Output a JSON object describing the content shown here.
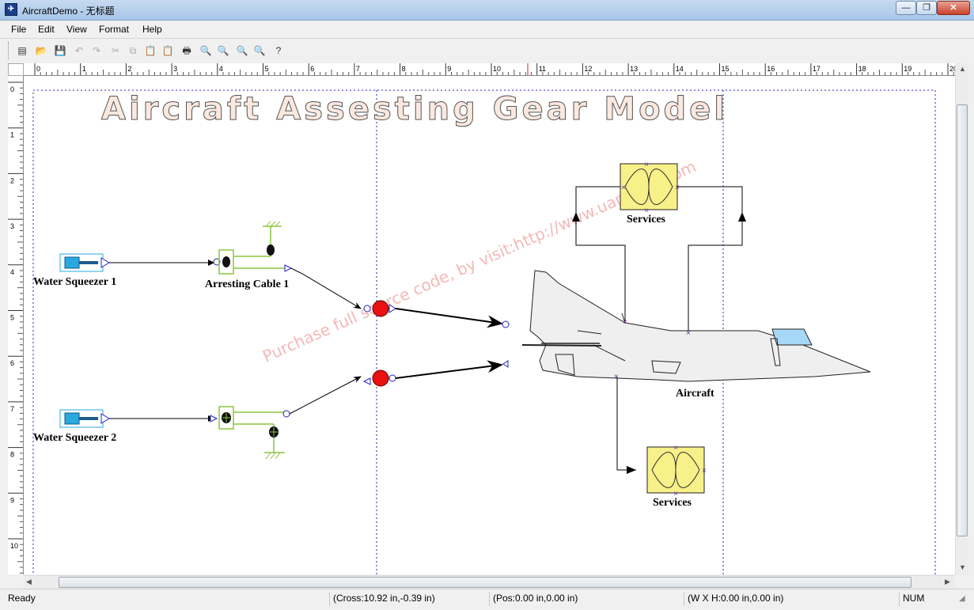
{
  "window": {
    "title": "AircraftDemo - 无标题",
    "icon": "app-icon",
    "controls": {
      "minimize": "0",
      "maximize": "1",
      "close": "r"
    }
  },
  "menu": {
    "items": [
      {
        "label": "File",
        "underline": "F"
      },
      {
        "label": "Edit",
        "underline": "E"
      },
      {
        "label": "View",
        "underline": "V"
      },
      {
        "label": "Format",
        "underline": ""
      },
      {
        "label": "Help",
        "underline": "H"
      }
    ]
  },
  "toolbar": {
    "buttons": [
      {
        "name": "new-file-icon",
        "glyph": "▤",
        "enabled": true
      },
      {
        "name": "open-folder-icon",
        "glyph": "📂",
        "enabled": true
      },
      {
        "name": "save-icon",
        "glyph": "💾",
        "enabled": true
      },
      {
        "name": "undo-icon",
        "glyph": "↶",
        "enabled": false
      },
      {
        "name": "redo-icon",
        "glyph": "↷",
        "enabled": false
      },
      {
        "name": "cut-icon",
        "glyph": "✂",
        "enabled": false
      },
      {
        "name": "copy-icon",
        "glyph": "⧉",
        "enabled": false
      },
      {
        "name": "paste-icon",
        "glyph": "📋",
        "enabled": true
      },
      {
        "name": "paste-special-icon",
        "glyph": "📋",
        "enabled": true
      },
      {
        "name": "print-icon",
        "glyph": "🖶",
        "enabled": true
      },
      {
        "name": "zoom-in-icon",
        "glyph": "🔍",
        "enabled": true
      },
      {
        "name": "zoom-out-icon",
        "glyph": "🔍",
        "enabled": true
      },
      {
        "name": "zoom-fit-icon",
        "glyph": "🔍",
        "enabled": true
      },
      {
        "name": "zoom-actual-icon",
        "glyph": "🔍",
        "enabled": true
      },
      {
        "name": "help-icon",
        "glyph": "?",
        "enabled": true
      }
    ]
  },
  "rulers": {
    "horizontal_labels": [
      "0",
      "1",
      "2",
      "3",
      "4",
      "5",
      "6",
      "7",
      "8",
      "9",
      "10",
      "11",
      "12",
      "13",
      "14",
      "15",
      "16",
      "17",
      "18",
      "19",
      "20"
    ],
    "vertical_labels": [
      "0",
      "1",
      "2",
      "3",
      "4",
      "5",
      "6",
      "7",
      "8",
      "9",
      "10"
    ]
  },
  "diagram": {
    "title": "Aircraft  Assesting  Gear  Model",
    "labels": {
      "water_squeezer_1": "Water Squeezer 1",
      "water_squeezer_2": "Water Squeezer 2",
      "arresting_cable_1": "Arresting Cable 1",
      "services_top": "Services",
      "services_bottom": "Services",
      "aircraft": "Aircraft"
    },
    "watermark": "Purchase full source code, by visit:http://www.uancode.com",
    "colors": {
      "title_fill": "#fbe9e0",
      "node_cyan": "#29a8e0",
      "cable_green": "#8cc63f",
      "junction_red": "#e81010",
      "services_fill": "#f8f088",
      "canopy": "#a8d8f8",
      "watermark": "#f0a0a0",
      "guide_blue": "#2020c0"
    }
  },
  "status": {
    "ready": "Ready",
    "cross": "(Cross:10.92 in,-0.39 in)",
    "pos": "(Pos:0.00 in,0.00 in)",
    "size": "(W X H:0.00 in,0.00 in)",
    "num": "NUM"
  }
}
